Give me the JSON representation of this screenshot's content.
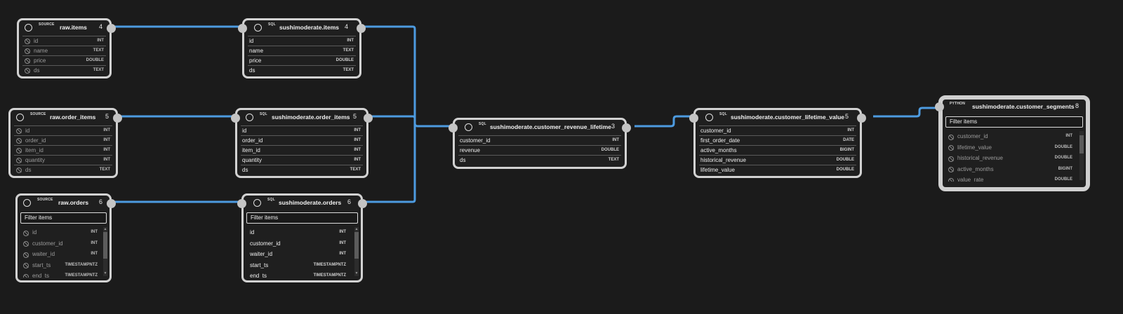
{
  "colors": {
    "background": "#1b1b1b",
    "edge": "#4d9be0",
    "node_border": "#d2d2d2"
  },
  "nodes": {
    "raw_items": {
      "kind": "SOURCE",
      "title": "raw.items",
      "count": "4",
      "columns": [
        {
          "name": "id",
          "type": "INT"
        },
        {
          "name": "name",
          "type": "TEXT"
        },
        {
          "name": "price",
          "type": "DOUBLE"
        },
        {
          "name": "ds",
          "type": "TEXT"
        }
      ]
    },
    "sm_items": {
      "kind": "SQL",
      "title": "sushimoderate.items",
      "count": "4",
      "columns": [
        {
          "name": "id",
          "type": "INT"
        },
        {
          "name": "name",
          "type": "TEXT"
        },
        {
          "name": "price",
          "type": "DOUBLE"
        },
        {
          "name": "ds",
          "type": "TEXT"
        }
      ]
    },
    "raw_order_items": {
      "kind": "SOURCE",
      "title": "raw.order_items",
      "count": "5",
      "columns": [
        {
          "name": "id",
          "type": "INT"
        },
        {
          "name": "order_id",
          "type": "INT"
        },
        {
          "name": "item_id",
          "type": "INT"
        },
        {
          "name": "quantity",
          "type": "INT"
        },
        {
          "name": "ds",
          "type": "TEXT"
        }
      ]
    },
    "sm_order_items": {
      "kind": "SQL",
      "title": "sushimoderate.order_items",
      "count": "5",
      "columns": [
        {
          "name": "id",
          "type": "INT"
        },
        {
          "name": "order_id",
          "type": "INT"
        },
        {
          "name": "item_id",
          "type": "INT"
        },
        {
          "name": "quantity",
          "type": "INT"
        },
        {
          "name": "ds",
          "type": "TEXT"
        }
      ]
    },
    "raw_orders": {
      "kind": "SOURCE",
      "title": "raw.orders",
      "count": "6",
      "filter": "Filter items",
      "columns": [
        {
          "name": "id",
          "type": "INT"
        },
        {
          "name": "customer_id",
          "type": "INT"
        },
        {
          "name": "waiter_id",
          "type": "INT"
        },
        {
          "name": "start_ts",
          "type": "TIMESTAMPNTZ"
        },
        {
          "name": "end_ts",
          "type": "TIMESTAMPNTZ"
        }
      ]
    },
    "sm_orders": {
      "kind": "SQL",
      "title": "sushimoderate.orders",
      "count": "6",
      "filter": "Filter items",
      "columns": [
        {
          "name": "id",
          "type": "INT"
        },
        {
          "name": "customer_id",
          "type": "INT"
        },
        {
          "name": "waiter_id",
          "type": "INT"
        },
        {
          "name": "start_ts",
          "type": "TIMESTAMPNTZ"
        },
        {
          "name": "end_ts",
          "type": "TIMESTAMPNTZ"
        }
      ]
    },
    "crl": {
      "kind": "SQL",
      "title": "sushimoderate.customer_revenue_lifetime",
      "count": "3",
      "columns": [
        {
          "name": "customer_id",
          "type": "INT"
        },
        {
          "name": "revenue",
          "type": "DOUBLE"
        },
        {
          "name": "ds",
          "type": "TEXT"
        }
      ]
    },
    "clv": {
      "kind": "SQL",
      "title": "sushimoderate.customer_lifetime_value",
      "count": "5",
      "columns": [
        {
          "name": "customer_id",
          "type": "INT"
        },
        {
          "name": "first_order_date",
          "type": "DATE"
        },
        {
          "name": "active_months",
          "type": "BIGINT"
        },
        {
          "name": "historical_revenue",
          "type": "DOUBLE"
        },
        {
          "name": "lifetime_value",
          "type": "DOUBLE"
        }
      ]
    },
    "cs": {
      "kind": "PYTHON",
      "title": "sushimoderate.customer_segments",
      "count": "8",
      "filter": "Filter items",
      "columns": [
        {
          "name": "customer_id",
          "type": "INT"
        },
        {
          "name": "lifetime_value",
          "type": "DOUBLE"
        },
        {
          "name": "historical_revenue",
          "type": "DOUBLE"
        },
        {
          "name": "active_months",
          "type": "BIGINT"
        },
        {
          "name": "value_rate",
          "type": "DOUBLE"
        }
      ]
    }
  }
}
